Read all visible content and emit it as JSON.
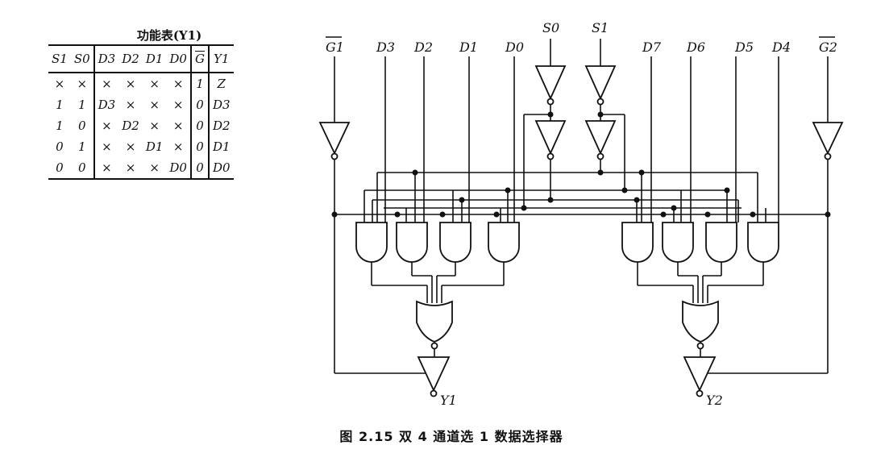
{
  "table": {
    "title": "功能表(Y1)",
    "headers": [
      "S1",
      "S0",
      "D3",
      "D2",
      "D1",
      "D0",
      "G",
      "Y1"
    ],
    "rows": [
      [
        "×",
        "×",
        "×",
        "×",
        "×",
        "×",
        "1",
        "Z"
      ],
      [
        "1",
        "1",
        "D3",
        "×",
        "×",
        "×",
        "0",
        "D3"
      ],
      [
        "1",
        "0",
        "×",
        "D2",
        "×",
        "×",
        "0",
        "D2"
      ],
      [
        "0",
        "1",
        "×",
        "×",
        "D1",
        "×",
        "0",
        "D1"
      ],
      [
        "0",
        "0",
        "×",
        "×",
        "×",
        "D0",
        "0",
        "D0"
      ]
    ]
  },
  "diagram": {
    "labels": {
      "g1": "G1",
      "g2": "G2",
      "s0": "S0",
      "s1": "S1",
      "left_inputs": [
        "D3",
        "D2",
        "D1",
        "D0"
      ],
      "right_inputs": [
        "D7",
        "D6",
        "D5",
        "D4"
      ],
      "y1": "Y1",
      "y2": "Y2"
    }
  },
  "caption": "图 2.15   双 4 通道选 1 数据选择器"
}
